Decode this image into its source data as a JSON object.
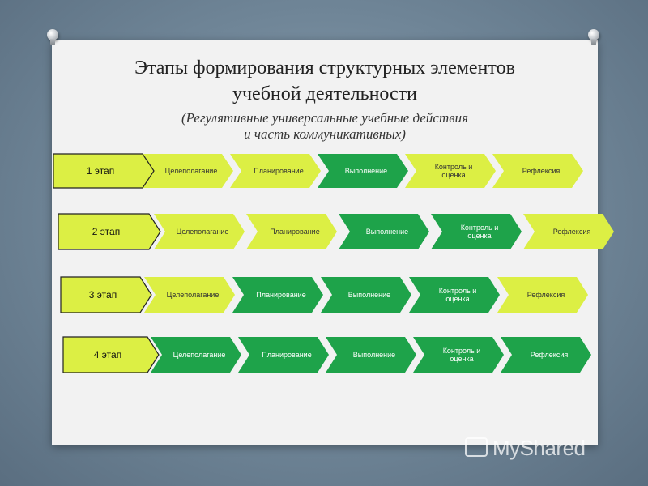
{
  "title": {
    "line1": "Этапы формирования структурных элементов",
    "line2": "учебной деятельности",
    "sub1": "(Регулятивные универсальные учебные действия",
    "sub2": "и часть коммуникативных)"
  },
  "colors": {
    "light": "#dcef44",
    "dark": "#1ea34a",
    "light_text": "#333333",
    "dark_text": "#ffffff"
  },
  "rows": [
    {
      "stage": "1 этап",
      "steps": [
        {
          "label": "Целеполагание",
          "tone": "light"
        },
        {
          "label": "Планирование",
          "tone": "light"
        },
        {
          "label": "Выполнение",
          "tone": "dark"
        },
        {
          "label": "Контроль и оценка",
          "tone": "light"
        },
        {
          "label": "Рефлексия",
          "tone": "light"
        }
      ]
    },
    {
      "stage": "2 этап",
      "steps": [
        {
          "label": "Целеполагание",
          "tone": "light"
        },
        {
          "label": "Планирование",
          "tone": "light"
        },
        {
          "label": "Выполнение",
          "tone": "dark"
        },
        {
          "label": "Контроль и оценка",
          "tone": "dark"
        },
        {
          "label": "Рефлексия",
          "tone": "light"
        }
      ]
    },
    {
      "stage": "3 этап",
      "steps": [
        {
          "label": "Целеполагание",
          "tone": "light"
        },
        {
          "label": "Планирование",
          "tone": "dark"
        },
        {
          "label": "Выполнение",
          "tone": "dark"
        },
        {
          "label": "Контроль и оценка",
          "tone": "dark"
        },
        {
          "label": "Рефлексия",
          "tone": "light"
        }
      ]
    },
    {
      "stage": "4 этап",
      "steps": [
        {
          "label": "Целеполагание",
          "tone": "dark"
        },
        {
          "label": "Планирование",
          "tone": "dark"
        },
        {
          "label": "Выполнение",
          "tone": "dark"
        },
        {
          "label": "Контроль и оценка",
          "tone": "dark"
        },
        {
          "label": "Рефлексия",
          "tone": "dark"
        }
      ]
    }
  ],
  "watermark": "MyShared"
}
